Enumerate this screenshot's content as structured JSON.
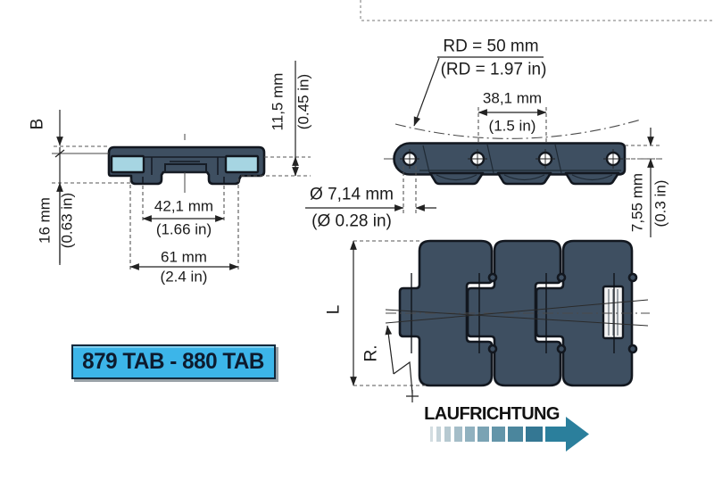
{
  "product_badge": "879 TAB - 880 TAB",
  "direction_label": "LAUFRICHTUNG",
  "front_view": {
    "b_label": "B",
    "height_mm": "16 mm",
    "height_in": "(0.63 in)",
    "plate_mm": "11,5 mm",
    "plate_in": "(0.45 in)",
    "hinge_mm": "42,1 mm",
    "hinge_in": "(1.66 in)",
    "width_mm": "61 mm",
    "width_in": "(2.4 in)"
  },
  "side_view": {
    "backflex_mm": "RD = 50 mm",
    "backflex_in": "(RD = 1.97 in)",
    "pitch_mm": "38,1 mm",
    "pitch_in": "(1.5 in)",
    "pin_mm": "Ø 7,14 mm",
    "pin_in": "(Ø 0.28 in)",
    "height_mm": "7,55 mm",
    "height_in": "(0.3 in)"
  },
  "plan_view": {
    "length_label": "L",
    "radius_label": "R."
  },
  "colors": {
    "body-color": "#3e4f61",
    "tab-color": "#a6d5e2",
    "badge-bg": "#3cb5e9",
    "badge-text": "#0d1b2e",
    "teal": "#2b7f9c"
  }
}
